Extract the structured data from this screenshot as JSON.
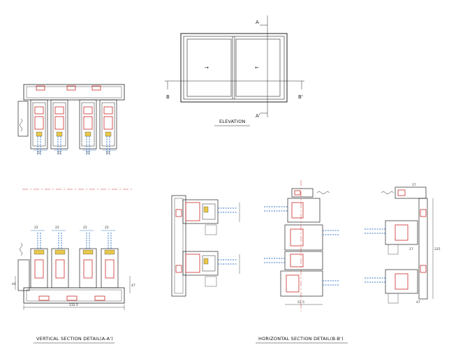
{
  "labels": {
    "elevation": "ELEVATION",
    "vertical_section": "VERTICAL SECTION DETAIL(A-A')",
    "horizontal_section": "HORIZONTAL SECTION DETAIL(B-B')",
    "mark_a": "A",
    "mark_a_prime": "A'",
    "mark_b": "B",
    "mark_b_prime": "B'",
    "arrow_right": "→",
    "arrow_left": "←"
  },
  "dimensions": {
    "top_22_a": "22",
    "top_22_b": "22",
    "top_22_c": "22",
    "top_22_d": "22",
    "mid_22_a": "22",
    "mid_22_b": "22",
    "mid_22_c": "22",
    "mid_22_d": "22",
    "vert_total": "232.5",
    "vert_44": "44",
    "vert_47": "47",
    "h_total": "52.5",
    "h_225": "225",
    "h_17_a": "17",
    "h_17_b": "17",
    "h_47": "47"
  },
  "colors": {
    "line": "#222222",
    "red": "#cc2a2a",
    "blue": "#3a78c8",
    "yellow": "#e8c84a",
    "frame": "#555555"
  }
}
